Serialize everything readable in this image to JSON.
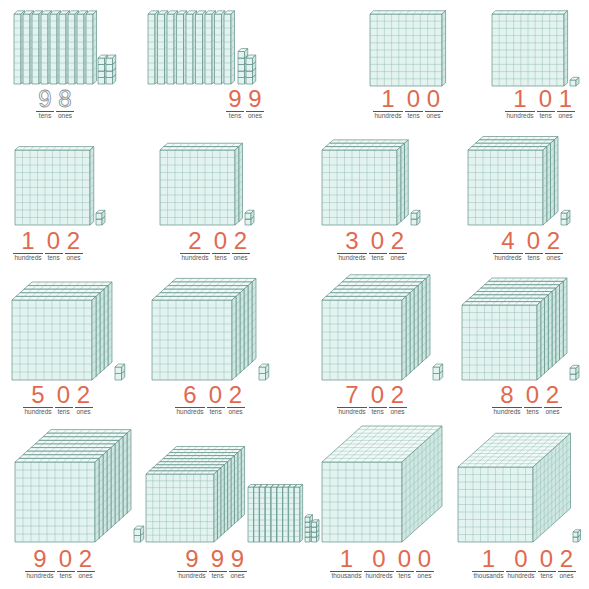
{
  "diagram": {
    "labels": [
      "9",
      "8",
      "tens",
      "ones",
      "9",
      "9",
      "tens",
      "ones",
      "1",
      "0",
      "0",
      "hundreds",
      "tens",
      "ones",
      "1",
      "0",
      "1",
      "hundreds",
      "tens",
      "ones",
      "1",
      "0",
      "2",
      "hundreds",
      "tens",
      "ones",
      "2",
      "0",
      "2",
      "hundreds",
      "tens",
      "ones",
      "3",
      "0",
      "2",
      "hundreds",
      "tens",
      "ones",
      "4",
      "0",
      "2",
      "hundreds",
      "tens",
      "ones",
      "5",
      "0",
      "2",
      "hundreds",
      "tens",
      "ones",
      "6",
      "0",
      "2",
      "hundreds",
      "tens",
      "ones",
      "7",
      "0",
      "2",
      "hundreds",
      "tens",
      "ones",
      "8",
      "0",
      "2",
      "hundreds",
      "tens",
      "ones",
      "9",
      "0",
      "2",
      "hundreds",
      "tens",
      "ones",
      "9",
      "9",
      "9",
      "hundreds",
      "tens",
      "ones",
      "1",
      "0",
      "0",
      "0",
      "thousands",
      "hundreds",
      "tens",
      "ones",
      "1",
      "0",
      "0",
      "2",
      "thousands",
      "hundreds",
      "tens",
      "ones"
    ]
  }
}
